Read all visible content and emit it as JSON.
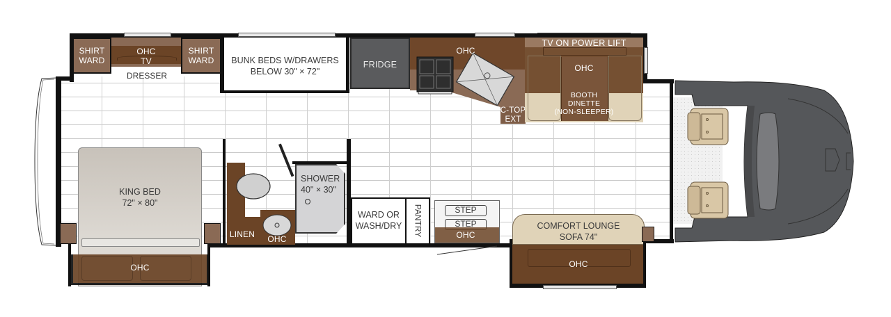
{
  "floorplan": {
    "rear": {
      "shirt_ward_left": "SHIRT\nWARD",
      "ohc_tv": "OHC\nTV",
      "shirt_ward_right": "SHIRT\nWARD",
      "dresser": "DRESSER",
      "king_bed": "KING BED",
      "king_bed_size": "72\" × 80\"",
      "bed_ohc": "OHC"
    },
    "bunks": {
      "line1": "BUNK BEDS W/DRAWERS",
      "line2": "BELOW 30\" × 72\""
    },
    "kitchen": {
      "fridge": "FRIDGE",
      "ohc": "OHC",
      "ctop_ext_1": "C-TOP",
      "ctop_ext_2": "EXT"
    },
    "dinette": {
      "tv_lift": "TV ON POWER LIFT",
      "ohc": "OHC",
      "line1": "BOOTH",
      "line2": "DINETTE",
      "line3": "(NON-SLEEPER)"
    },
    "bath": {
      "linen": "LINEN",
      "ohc": "OHC",
      "shower": "SHOWER",
      "shower_size": "40\" × 30\""
    },
    "utility": {
      "ward_line1": "WARD OR",
      "ward_line2": "WASH/DRY",
      "pantry": "PANTRY"
    },
    "entry": {
      "step1": "STEP",
      "step2": "STEP",
      "ohc": "OHC"
    },
    "lounge": {
      "line1": "COMFORT LOUNGE",
      "line2": "SOFA 74\"",
      "ohc": "OHC"
    },
    "colors": {
      "cabinet": "#8a6a55",
      "ohc_overlay": "#6b4426",
      "upholstery": "#e0d3b8",
      "fridge": "#5a5b5d",
      "cab_body": "#55575a",
      "wall": "#111111",
      "floor_grid": "#cfcfcf"
    }
  }
}
